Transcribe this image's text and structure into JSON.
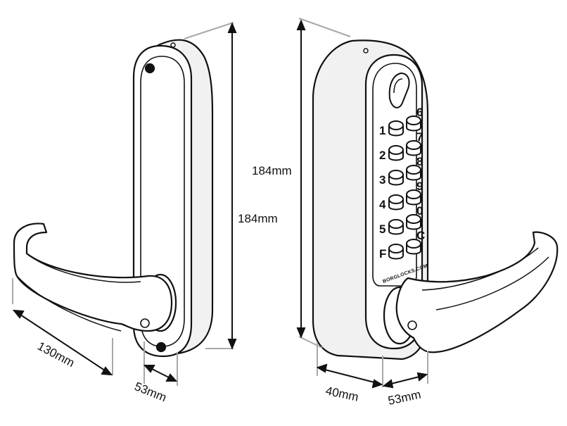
{
  "dimensions": {
    "left_lever_length": "130mm",
    "left_depth": "53mm",
    "left_height": "184mm",
    "right_height": "184mm",
    "right_width": "40mm",
    "right_depth": "53mm"
  },
  "keypad": {
    "left_keys": [
      "1",
      "2",
      "3",
      "4",
      "5",
      "F"
    ],
    "right_keys": [
      "6",
      "7",
      "8",
      "9",
      "0",
      "C"
    ],
    "brand": "BORGLOCKS.COM"
  },
  "colors": {
    "outline": "#111111",
    "dimension_guide": "#a8a8a8",
    "fill": "#ffffff",
    "shade": "#f1f1f1"
  }
}
